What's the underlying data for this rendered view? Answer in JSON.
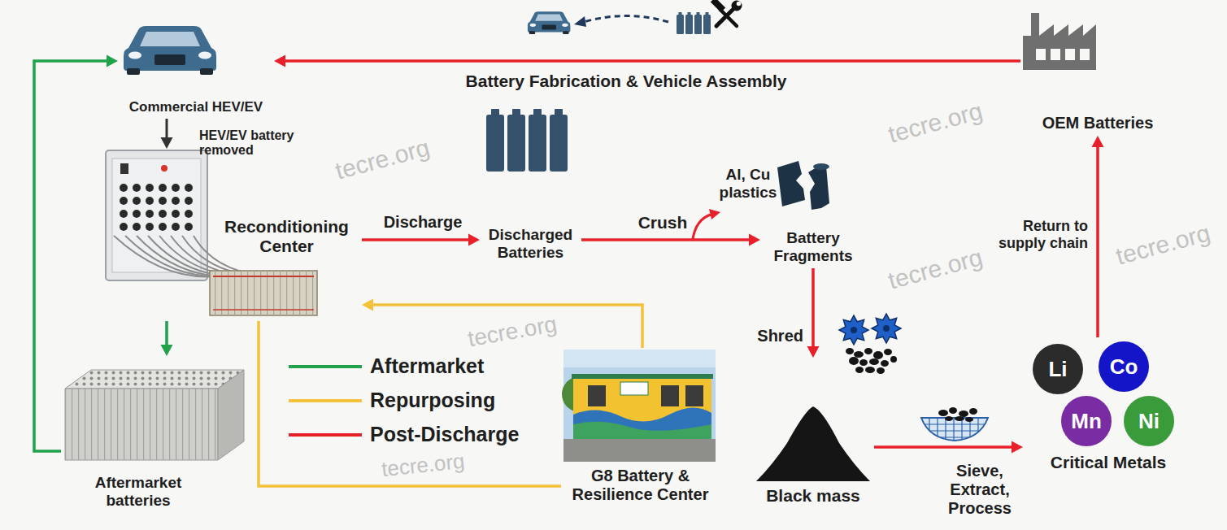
{
  "diagram": {
    "nodes": [
      {
        "text": [
          "Commercial HEV/EV"
        ]
      },
      {
        "text": [
          "OEM Batteries"
        ]
      },
      {
        "text": [
          "Reconditioning Center"
        ]
      },
      {
        "text": [
          "Discharged Batteries"
        ]
      },
      {
        "text": [
          "Battery Fragments"
        ]
      },
      {
        "text": [
          "Critical Metals"
        ]
      },
      {
        "text": [
          "Li"
        ],
        "in": 5
      },
      {
        "text": [
          "Co"
        ],
        "in": 5
      },
      {
        "text": [
          "Mn"
        ],
        "in": 5
      },
      {
        "text": [
          "Ni"
        ],
        "in": 5
      },
      {
        "text": [
          "Aftermarket batteries"
        ]
      },
      {
        "text": [
          "G8 Battery & Resilience Center"
        ]
      },
      {
        "text": [
          "Black mass"
        ]
      }
    ],
    "edges": [
      {
        "from": 1,
        "to": 0,
        "arrow": "to",
        "label": "Battery Fabrication & Vehicle Assembly"
      },
      {
        "from": 0,
        "to": 2,
        "arrow": "to",
        "label": "HEV/EV battery removed"
      },
      {
        "from": 2,
        "to": 3,
        "arrow": "to",
        "label": "Discharge"
      },
      {
        "from": 3,
        "to": 4,
        "arrow": "to",
        "label": "Crush"
      },
      {
        "from": 4,
        "to": 12,
        "arrow": "to",
        "label": "Shred"
      },
      {
        "from": 12,
        "to": 5,
        "arrow": "to",
        "label": "Sieve, Extract, Process"
      },
      {
        "from": 5,
        "to": 1,
        "arrow": "to",
        "label": "Return to supply chain"
      },
      {
        "from": 2,
        "to": 10,
        "arrow": "to"
      },
      {
        "from": 10,
        "to": 0,
        "arrow": "to"
      },
      {
        "from": 2,
        "to": 11,
        "arrow": "none"
      },
      {
        "from": 11,
        "to": 2,
        "arrow": "to"
      }
    ],
    "labels": [
      "Al, Cu plastics",
      "tecre.org",
      "tecre.org",
      "tecre.org",
      "tecre.org",
      "tecre.org",
      "tecre.org"
    ],
    "legend": [
      {
        "text": "Aftermarket",
        "color": "#1fa24a"
      },
      {
        "text": "Repurposing",
        "color": "#f3c13a"
      },
      {
        "text": "Post-Discharge",
        "color": "#e8202a"
      }
    ]
  }
}
